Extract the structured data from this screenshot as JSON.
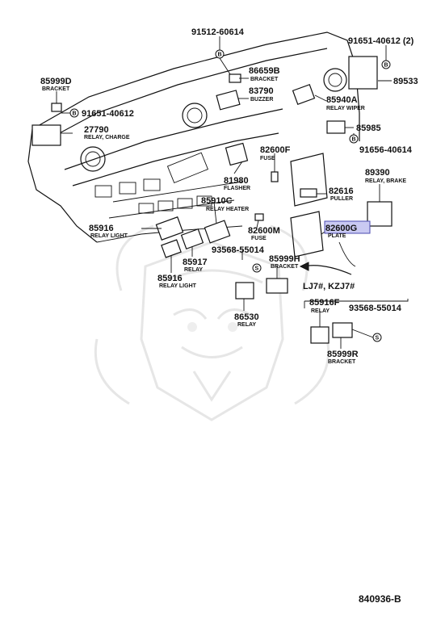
{
  "diagram": {
    "ref_code": "840936-B",
    "condition_note": "LJ7#, KZJ7#",
    "callouts": [
      {
        "id": "c1",
        "part": "91512-60614",
        "desc": ""
      },
      {
        "id": "c2",
        "part": "91651-40612 (2)",
        "desc": ""
      },
      {
        "id": "c3",
        "part": "85999D",
        "desc": "BRACKET"
      },
      {
        "id": "c4",
        "part": "86659B",
        "desc": "BRACKET"
      },
      {
        "id": "c5",
        "part": "83790",
        "desc": "BUZZER"
      },
      {
        "id": "c6",
        "part": "89533",
        "desc": ""
      },
      {
        "id": "c7",
        "part": "91651-40612",
        "desc": ""
      },
      {
        "id": "c8",
        "part": "85940A",
        "desc": "RELAY WIPER"
      },
      {
        "id": "c9",
        "part": "27790",
        "desc": "RELAY, CHARGE"
      },
      {
        "id": "c10",
        "part": "85985",
        "desc": ""
      },
      {
        "id": "c11",
        "part": "91656-40614",
        "desc": ""
      },
      {
        "id": "c12",
        "part": "82600F",
        "desc": "FUSE"
      },
      {
        "id": "c13",
        "part": "89390",
        "desc": "RELAY, BRAKE"
      },
      {
        "id": "c14",
        "part": "81980",
        "desc": "FLASHER"
      },
      {
        "id": "c15",
        "part": "82616",
        "desc": "PULLER"
      },
      {
        "id": "c16",
        "part": "85910C",
        "desc": "RELAY HEATER"
      },
      {
        "id": "c17",
        "part": "85916",
        "desc": "RELAY LIGHT"
      },
      {
        "id": "c18",
        "part": "82600M",
        "desc": "FUSE"
      },
      {
        "id": "c19",
        "part": "82600G",
        "desc": "PLATE"
      },
      {
        "id": "c20",
        "part": "93568-55014",
        "desc": ""
      },
      {
        "id": "c21",
        "part": "85999H",
        "desc": "BRACKET"
      },
      {
        "id": "c22",
        "part": "85917",
        "desc": "RELAY"
      },
      {
        "id": "c23",
        "part": "85916",
        "desc": "RELAY LIGHT"
      },
      {
        "id": "c24",
        "part": "85916F",
        "desc": "RELAY"
      },
      {
        "id": "c25",
        "part": "93568-55014",
        "desc": ""
      },
      {
        "id": "c26",
        "part": "86530",
        "desc": "RELAY"
      },
      {
        "id": "c27",
        "part": "85999R",
        "desc": "BRACKET"
      }
    ],
    "markers": {
      "b": "B",
      "s": "S"
    },
    "highlight_color": "#c9c9f2"
  }
}
